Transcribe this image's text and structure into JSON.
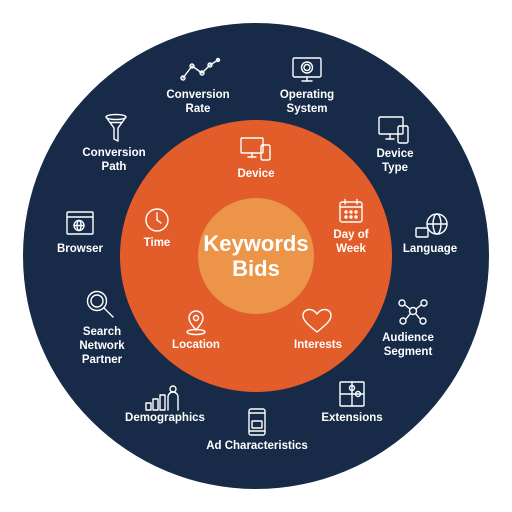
{
  "colors": {
    "outer_ring": "#172a47",
    "middle_ring": "#e35d2b",
    "center": "#ec9548",
    "text": "#ffffff"
  },
  "center": {
    "title": "Keywords\nBids"
  },
  "inner_items": [
    {
      "label": "Device",
      "icon": "device-icon"
    },
    {
      "label": "Day of\nWeek",
      "icon": "calendar-icon"
    },
    {
      "label": "Interests",
      "icon": "heart-icon"
    },
    {
      "label": "Location",
      "icon": "location-pin-icon"
    },
    {
      "label": "Time",
      "icon": "clock-icon"
    }
  ],
  "outer_items": [
    {
      "label": "Conversion\nRate",
      "icon": "line-graph-icon"
    },
    {
      "label": "Operating\nSystem",
      "icon": "monitor-gear-icon"
    },
    {
      "label": "Device\nType",
      "icon": "desktop-mobile-icon"
    },
    {
      "label": "Language",
      "icon": "globe-icon"
    },
    {
      "label": "Audience\nSegment",
      "icon": "audience-network-icon"
    },
    {
      "label": "Extensions",
      "icon": "puzzle-icon"
    },
    {
      "label": "Ad Characteristics",
      "icon": "phone-ad-icon"
    },
    {
      "label": "Demographics",
      "icon": "bar-chart-person-icon"
    },
    {
      "label": "Search\nNetwork\nPartner",
      "icon": "magnifier-icon"
    },
    {
      "label": "Browser",
      "icon": "browser-window-icon"
    },
    {
      "label": "Conversion\nPath",
      "icon": "funnel-icon"
    }
  ]
}
